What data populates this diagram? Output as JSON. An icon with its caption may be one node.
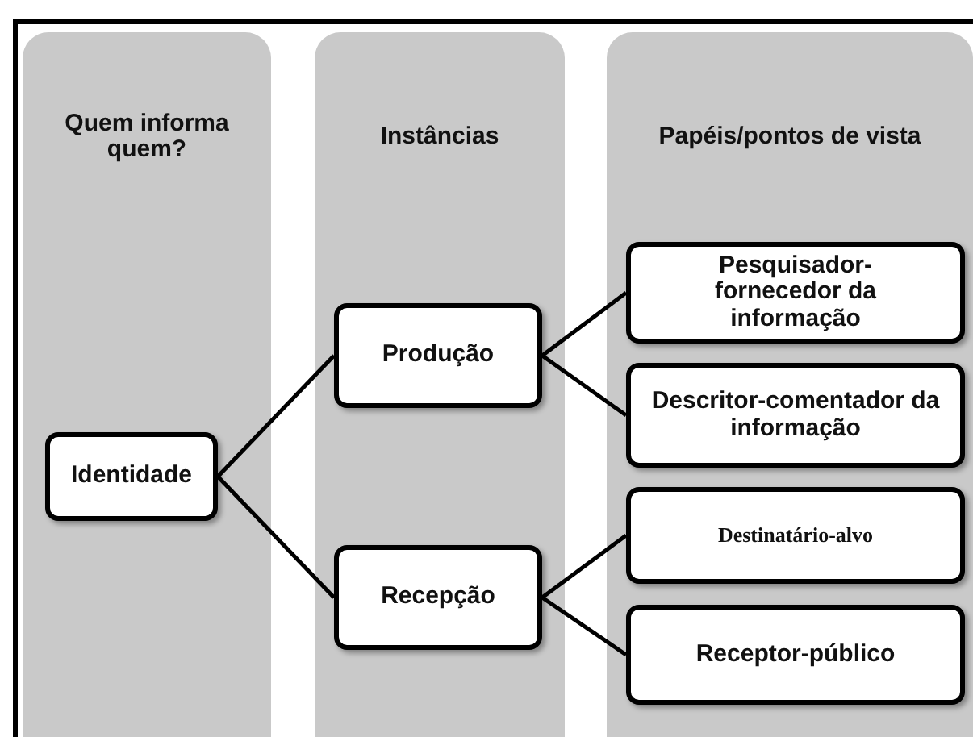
{
  "diagram": {
    "nodes": [
      {
        "text": [
          "Quem informa quem?"
        ]
      },
      {
        "text": [
          "Instâncias"
        ]
      },
      {
        "text": [
          "Papéis/pontos de vista"
        ]
      },
      {
        "text": [
          "Identidade"
        ],
        "in": 0
      },
      {
        "text": [
          "Produção"
        ],
        "in": 1
      },
      {
        "text": [
          "Recepção"
        ],
        "in": 1
      },
      {
        "text": [
          "Pesquisador-fornecedor da informação"
        ],
        "in": 2
      },
      {
        "text": [
          "Descritor-comentador da informação"
        ],
        "in": 2
      },
      {
        "text": [
          "Destinatário-alvo"
        ],
        "in": 2
      },
      {
        "text": [
          "Receptor-público"
        ],
        "in": 2
      }
    ],
    "edges": [
      {
        "from": 3,
        "to": 4,
        "arrow": "none"
      },
      {
        "from": 3,
        "to": 5,
        "arrow": "none"
      },
      {
        "from": 4,
        "to": 6,
        "arrow": "none"
      },
      {
        "from": 4,
        "to": 7,
        "arrow": "none"
      },
      {
        "from": 5,
        "to": 8,
        "arrow": "none"
      },
      {
        "from": 5,
        "to": 9,
        "arrow": "none"
      }
    ]
  }
}
